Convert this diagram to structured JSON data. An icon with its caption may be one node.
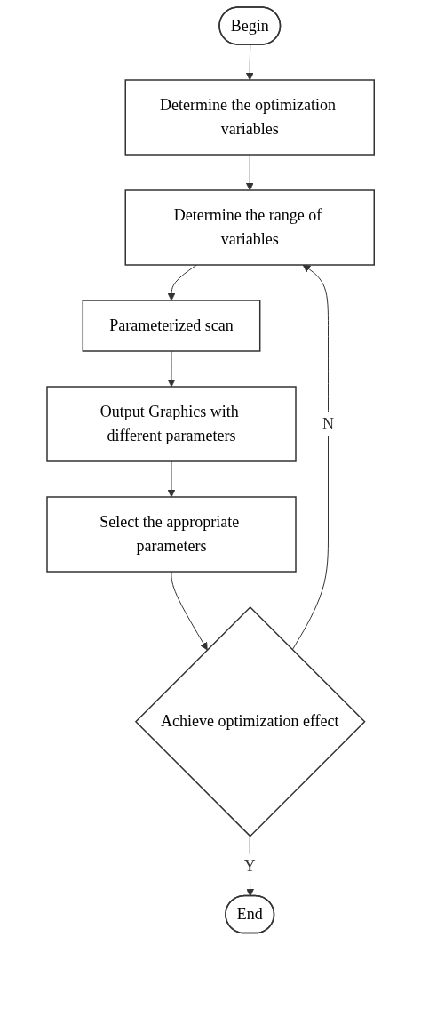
{
  "diagram": {
    "nodes": [
      {
        "text": [
          "Begin"
        ]
      },
      {
        "text": [
          "Determine the optimization variables"
        ]
      },
      {
        "text": [
          "Determine the range of variables"
        ]
      },
      {
        "text": [
          "Parameterized scan"
        ]
      },
      {
        "text": [
          "Output Graphics with different parameters"
        ]
      },
      {
        "text": [
          "Select the appropriate parameters"
        ]
      },
      {
        "text": [
          "Achieve optimization effect"
        ]
      },
      {
        "text": [
          "End"
        ]
      }
    ],
    "edges": [
      {
        "from": 0,
        "to": 1,
        "arrow": "to"
      },
      {
        "from": 1,
        "to": 2,
        "arrow": "to"
      },
      {
        "from": 2,
        "to": 3,
        "arrow": "to"
      },
      {
        "from": 3,
        "to": 4,
        "arrow": "to"
      },
      {
        "from": 4,
        "to": 5,
        "arrow": "to"
      },
      {
        "from": 5,
        "to": 6,
        "arrow": "to"
      },
      {
        "from": 6,
        "to": 2,
        "label": "N",
        "arrow": "to"
      },
      {
        "from": 6,
        "to": 7,
        "label": "Y",
        "arrow": "to"
      }
    ]
  }
}
